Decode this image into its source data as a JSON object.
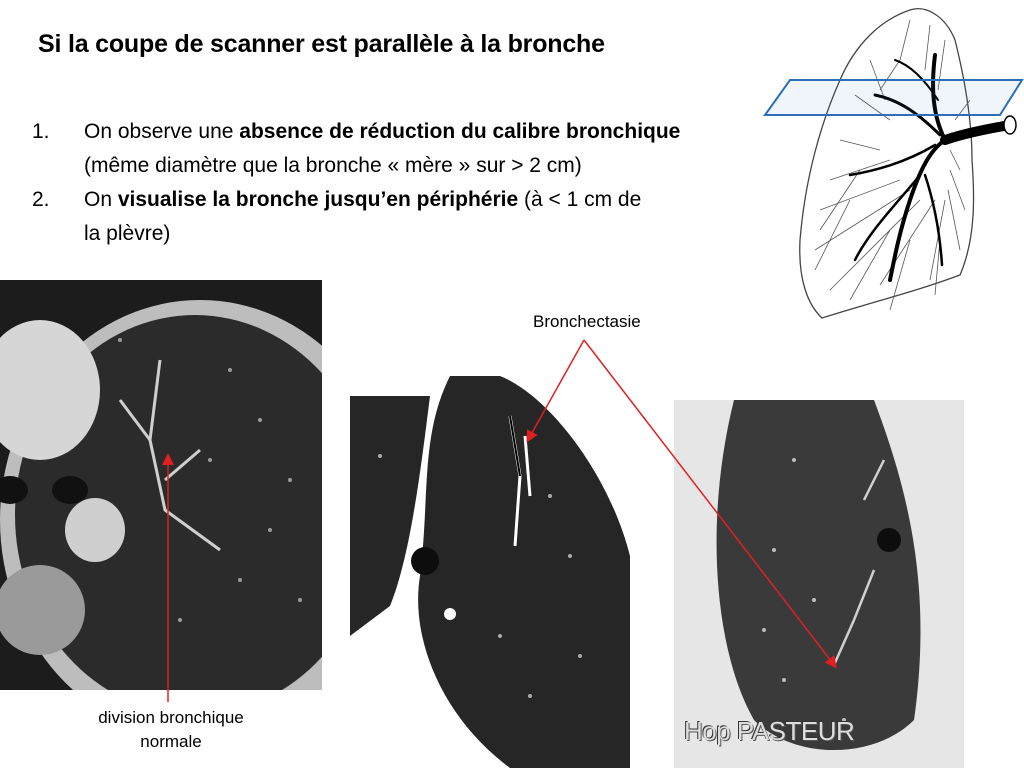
{
  "slide": {
    "title": "Si la coupe de scanner est parallèle à la bronche",
    "items": [
      {
        "number": "1.",
        "text_before": "On observe une ",
        "text_bold": "absence de réduction du calibre bronchique",
        "text_after": "(même diamètre que la bronche « mère » sur > 2 cm)"
      },
      {
        "number": "2.",
        "text_before": "On ",
        "text_bold": "visualise la bronche jusqu’en périphérie",
        "text_after": " (à  < 1 cm de",
        "text_after2": "la plèvre)"
      }
    ],
    "labels": {
      "bronchectasie": "Bronchectasie",
      "division_line1": "division bronchique",
      "division_line2": "normale"
    },
    "watermark": "Hop PASTEUR",
    "colors": {
      "arrow": "#e02020",
      "plane": "#2b6fb6"
    }
  }
}
